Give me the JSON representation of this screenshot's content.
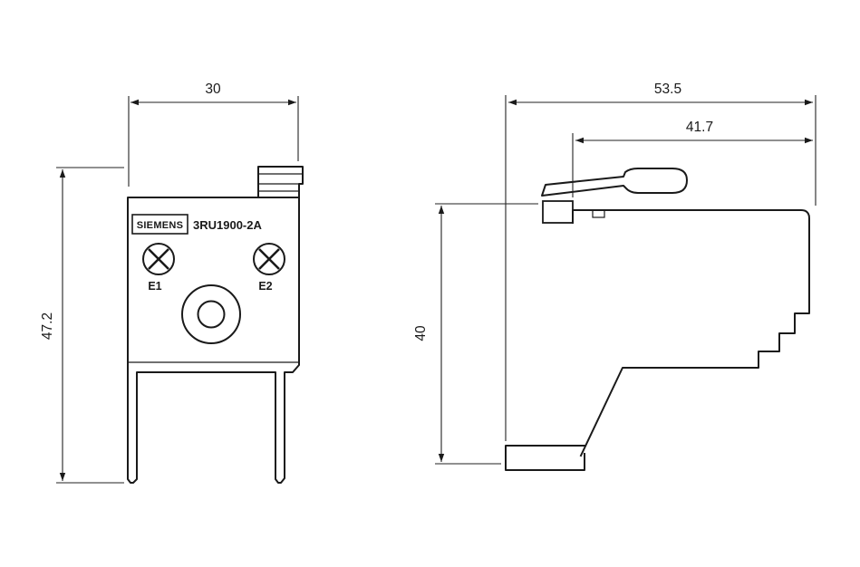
{
  "front_view": {
    "brand": "SIEMENS",
    "part_number": "3RU1900-2A",
    "terminal_left_label": "E1",
    "terminal_right_label": "E2",
    "width_dim": "30",
    "height_dim": "47.2"
  },
  "side_view": {
    "overall_depth_dim": "53.5",
    "upper_depth_dim": "41.7",
    "height_dim": "40"
  },
  "colors": {
    "line": "#1a1a1a",
    "dimension": "#222222",
    "background": "#ffffff"
  }
}
